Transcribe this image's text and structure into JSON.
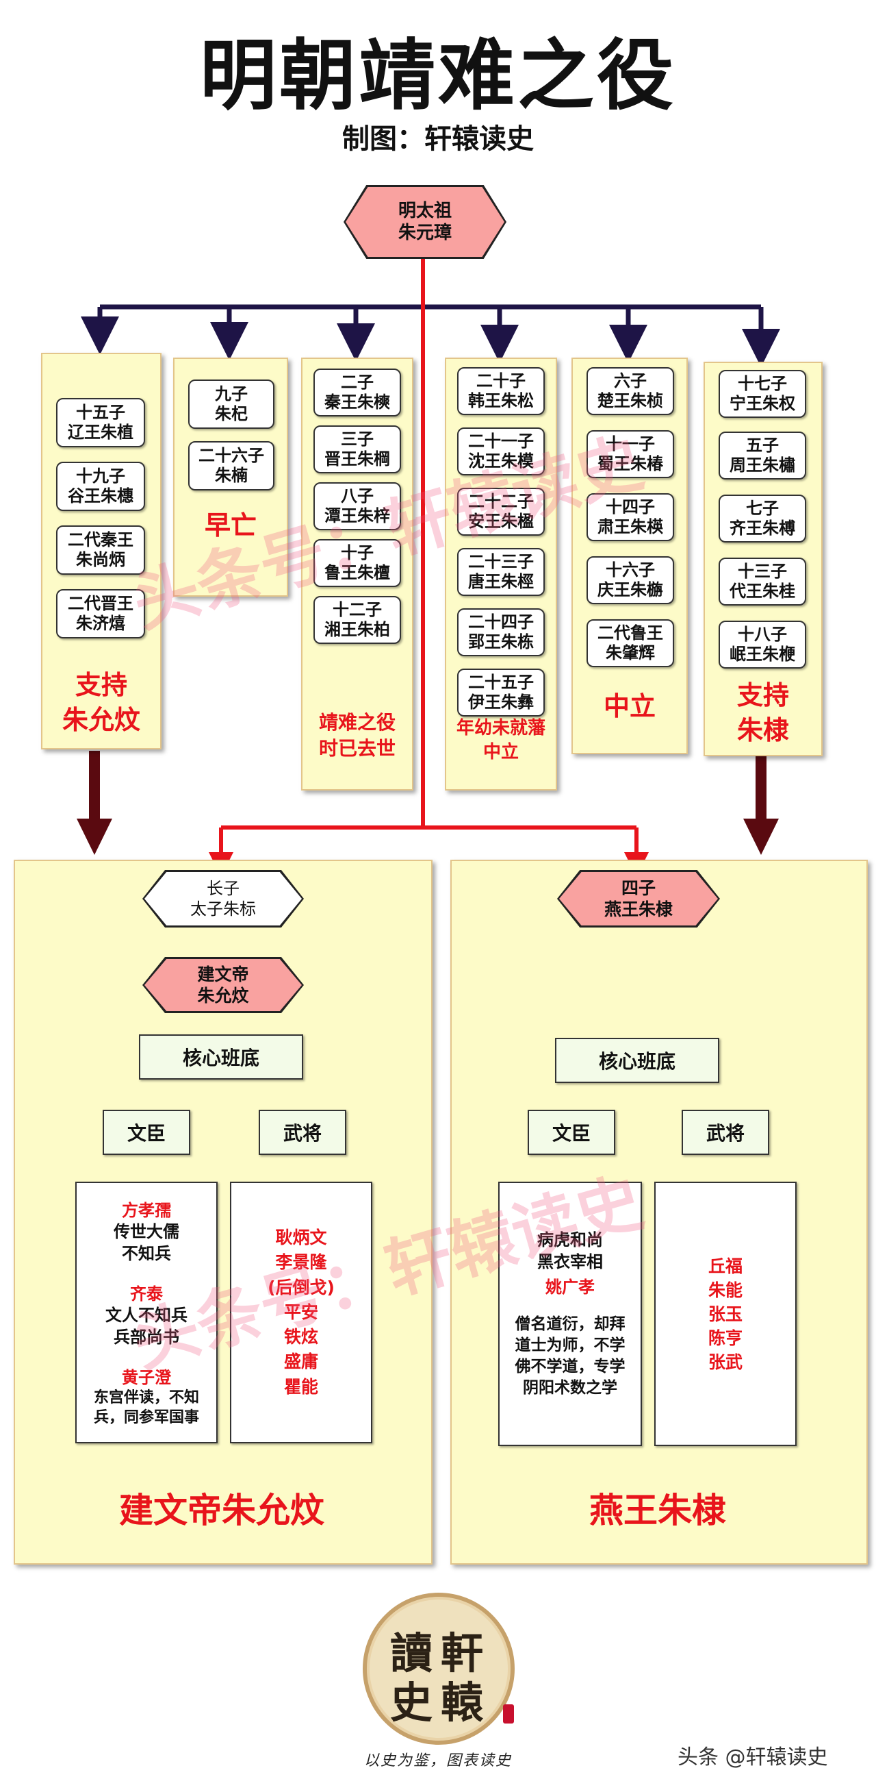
{
  "header": {
    "title": "明朝靖难之役",
    "subtitle": "制图：轩辕读史"
  },
  "root": {
    "label": "明太祖\n朱元璋"
  },
  "columns": [
    {
      "items": [
        "十五子\n辽王朱植",
        "十九子\n谷王朱橞",
        "二代秦王\n朱尚炳",
        "二代晋王\n朱济熺"
      ],
      "label": "支持\n朱允炆"
    },
    {
      "items": [
        "九子\n朱杞",
        "二十六子\n朱楠"
      ],
      "label": "早亡"
    },
    {
      "items": [
        "二子\n秦王朱樉",
        "三子\n晋王朱棡",
        "八子\n潭王朱梓",
        "十子\n鲁王朱檀",
        "十二子\n湘王朱柏"
      ],
      "label": "靖难之役\n时已去世"
    },
    {
      "items": [
        "二十子\n韩王朱松",
        "二十一子\n沈王朱模",
        "二十二子\n安王朱楹",
        "二十三子\n唐王朱桱",
        "二十四子\n郢王朱栋",
        "二十五子\n伊王朱彝"
      ],
      "label": "年幼未就藩\n中立"
    },
    {
      "items": [
        "六子\n楚王朱桢",
        "十一子\n蜀王朱椿",
        "十四子\n肃王朱楧",
        "十六子\n庆王朱㮵",
        "二代鲁王\n朱肇辉"
      ],
      "label": "中立"
    },
    {
      "items": [
        "十七子\n宁王朱权",
        "五子\n周王朱橚",
        "七子\n齐王朱榑",
        "十三子\n代王朱桂",
        "十八子\n岷王朱楩"
      ],
      "label": "支持\n朱棣"
    }
  ],
  "left_panel": {
    "prince": "长子\n太子朱标",
    "emperor": "建文帝\n朱允炆",
    "core": "核心班底",
    "civil": "文臣",
    "military": "武将",
    "civil_list": [
      {
        "name": "方孝孺",
        "desc": "传世大儒\n不知兵"
      },
      {
        "name": "齐泰",
        "desc": "文人不知兵\n兵部尚书"
      },
      {
        "name": "黄子澄",
        "desc": "东宫伴读，不知\n兵，同参军国事"
      }
    ],
    "military_list": "耿炳文\n李景隆\n(后倒戈)\n平安\n铁炫\n盛庸\n瞿能",
    "footer": "建文帝朱允炆"
  },
  "right_panel": {
    "prince": "四子\n燕王朱棣",
    "core": "核心班底",
    "civil": "文臣",
    "military": "武将",
    "civil_black": "病虎和尚\n黑衣宰相",
    "civil_red": "姚广孝",
    "civil_desc": "僧名道衍，却拜\n道士为师，不学\n佛不学道，专学\n阴阳术数之学",
    "military_list": "丘福\n朱能\n张玉\n陈亨\n张武",
    "footer": "燕王朱棣"
  },
  "watermarks": [
    "头条号：轩辕读史",
    "头条号：轩辕读史"
  ],
  "seal": {
    "chars": [
      "讀",
      "軒",
      "史",
      "轅"
    ],
    "motto": "以史为鉴，图表读史"
  },
  "credit": "头条 @轩辕读史",
  "colors": {
    "root_fill": "#f9a2a0",
    "panel": "#fdfbc8",
    "accent_red": "#e8141b",
    "navy": "#1e1446",
    "dark_red": "#5a0a10"
  }
}
